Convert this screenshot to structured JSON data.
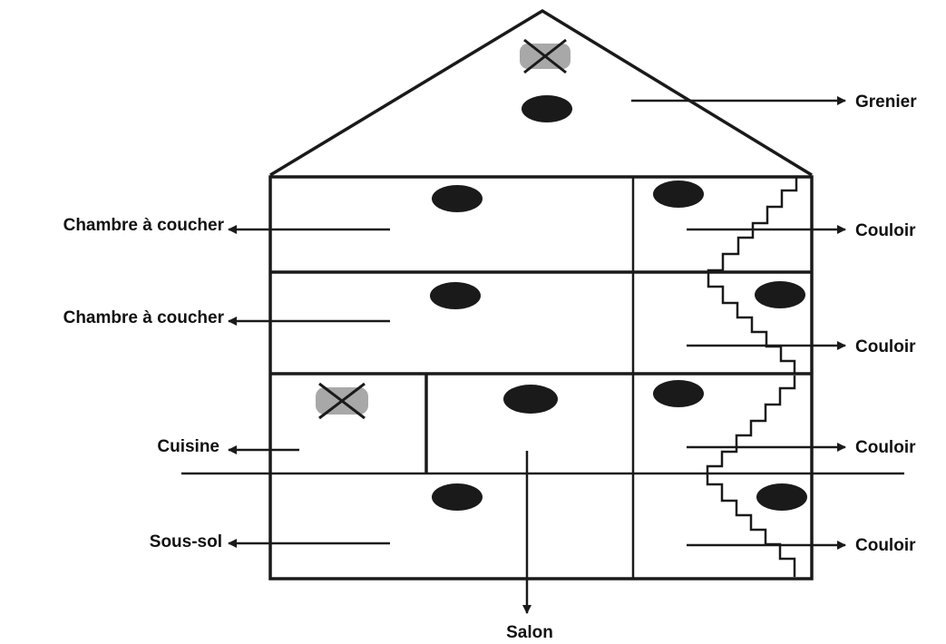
{
  "labels": {
    "attic": "Grenier",
    "bedroom_1": "Chambre à coucher",
    "bedroom_2": "Chambre à coucher",
    "kitchen": "Cuisine",
    "basement": "Sous-sol",
    "living_room": "Salon",
    "hallway_1": "Couloir",
    "hallway_2": "Couloir",
    "hallway_3": "Couloir",
    "hallway_4": "Couloir"
  },
  "colors": {
    "line": "#1a1a1a",
    "detector": "#1a1a1a",
    "crossed_detector": "#a8a8a8"
  }
}
